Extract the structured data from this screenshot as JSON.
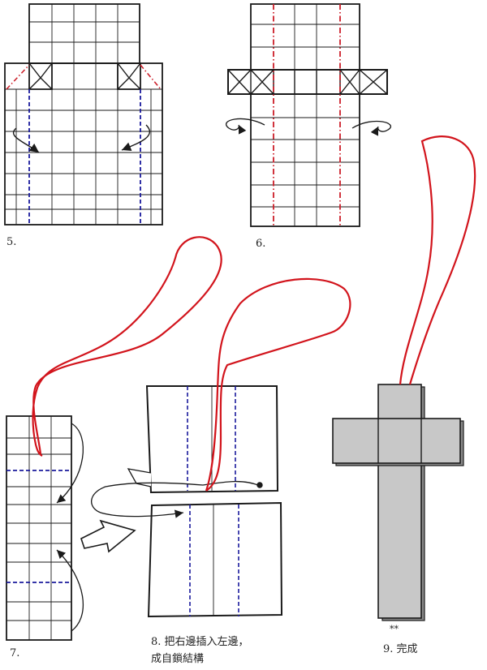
{
  "steps": [
    {
      "number": "5."
    },
    {
      "number": "6."
    },
    {
      "number": "7."
    },
    {
      "number": "8.",
      "caption_line1": "把右邊插入左邊，",
      "caption_line2": "成自鎖結構"
    },
    {
      "number": "9.",
      "caption": "完成"
    }
  ],
  "marks": {
    "stars": "**"
  },
  "watermark": "",
  "colors": {
    "line": "#1a1a1a",
    "valley_fold": "#1a1a9c",
    "mountain_fold": "#cc1f2a",
    "string": "#d2141c",
    "cross_fill": "#c8c8c8",
    "page": "#ffffff"
  },
  "icons": [
    "fold-arrow-icon",
    "turn-over-arrow-icon",
    "next-step-arrow-icon",
    "insert-arrow-icon"
  ]
}
